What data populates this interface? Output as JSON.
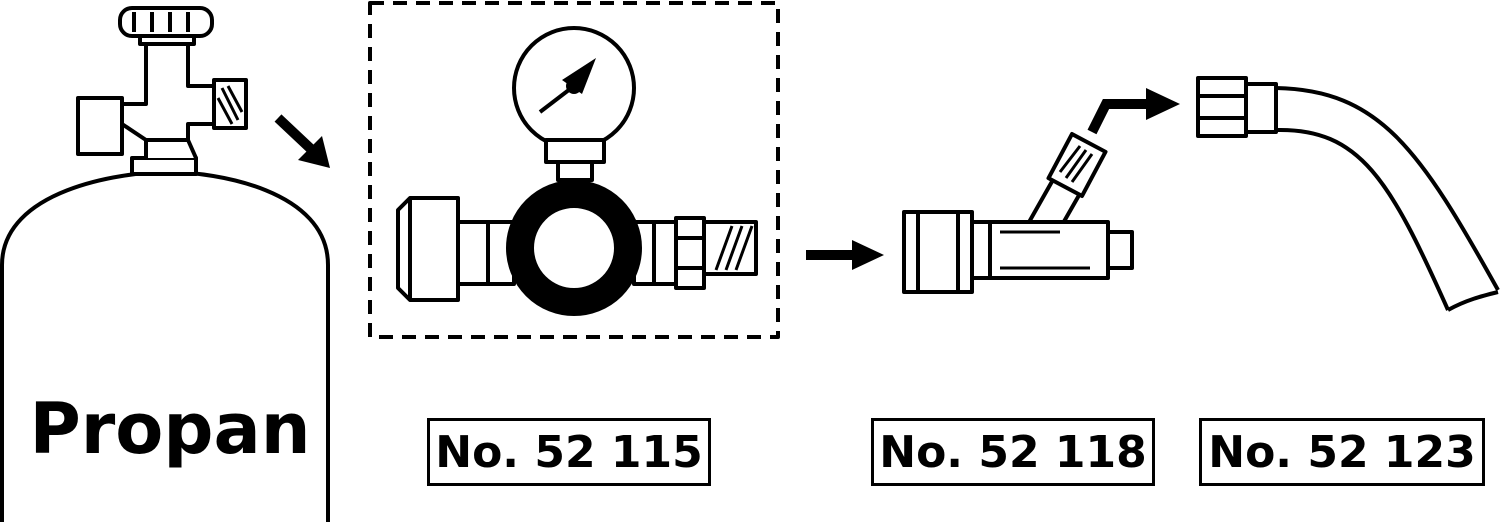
{
  "tank": {
    "label": "Propan"
  },
  "parts": [
    {
      "id": "regulator",
      "number": "No. 52 115"
    },
    {
      "id": "t-adapter",
      "number": "No. 52 118"
    },
    {
      "id": "hose",
      "number": "No. 52 123"
    }
  ],
  "colors": {
    "ink": "#000000",
    "background": "#ffffff"
  }
}
